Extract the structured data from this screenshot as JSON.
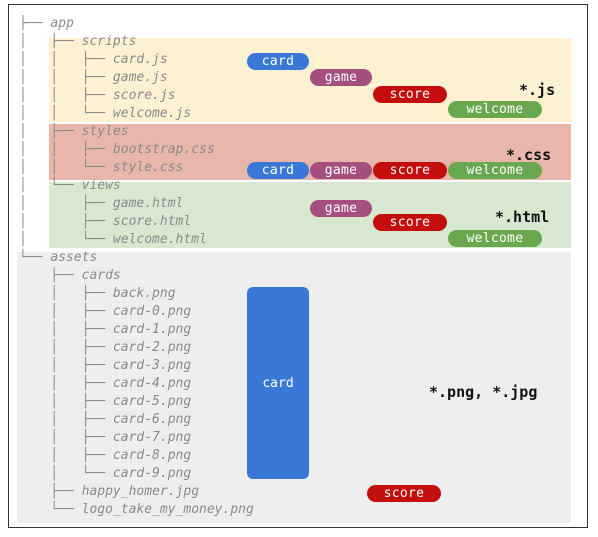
{
  "colors": {
    "js_band": "#fdf1d2",
    "css_band": "#e8b6ab",
    "html_band": "#d8e8d0",
    "assets_band": "#eeeeee",
    "card": "#3a78d8",
    "game": "#a54f7f",
    "score": "#c40e0e",
    "welcome": "#6aa84f"
  },
  "tree": [
    {
      "g": "├── ",
      "name": "app"
    },
    {
      "g": "│   ├── ",
      "name": "scripts"
    },
    {
      "g": "│   │   ├── ",
      "name": "card.js"
    },
    {
      "g": "│   │   ├── ",
      "name": "game.js"
    },
    {
      "g": "│   │   ├── ",
      "name": "score.js"
    },
    {
      "g": "│   │   └── ",
      "name": "welcome.js"
    },
    {
      "g": "│   ├── ",
      "name": "styles"
    },
    {
      "g": "│   │   ├── ",
      "name": "bootstrap.css"
    },
    {
      "g": "│   │   └── ",
      "name": "style.css"
    },
    {
      "g": "│   └── ",
      "name": "views"
    },
    {
      "g": "│       ├── ",
      "name": "game.html"
    },
    {
      "g": "│       ├── ",
      "name": "score.html"
    },
    {
      "g": "│       └── ",
      "name": "welcome.html"
    },
    {
      "g": "└── ",
      "name": "assets"
    },
    {
      "g": "    ├── ",
      "name": "cards"
    },
    {
      "g": "    │   ├── ",
      "name": "back.png"
    },
    {
      "g": "    │   ├── ",
      "name": "card-0.png"
    },
    {
      "g": "    │   ├── ",
      "name": "card-1.png"
    },
    {
      "g": "    │   ├── ",
      "name": "card-2.png"
    },
    {
      "g": "    │   ├── ",
      "name": "card-3.png"
    },
    {
      "g": "    │   ├── ",
      "name": "card-4.png"
    },
    {
      "g": "    │   ├── ",
      "name": "card-5.png"
    },
    {
      "g": "    │   ├── ",
      "name": "card-6.png"
    },
    {
      "g": "    │   ├── ",
      "name": "card-7.png"
    },
    {
      "g": "    │   ├── ",
      "name": "card-8.png"
    },
    {
      "g": "    │   └── ",
      "name": "card-9.png"
    },
    {
      "g": "    ├── ",
      "name": "happy_homer.jpg"
    },
    {
      "g": "    └── ",
      "name": "logo_take_my_money.png"
    }
  ],
  "pills": {
    "card": "card",
    "game": "game",
    "score": "score",
    "welcome": "welcome"
  },
  "groups": {
    "js": "*.js",
    "css": "*.css",
    "html": "*.html",
    "assets": "*.png, *.jpg"
  }
}
